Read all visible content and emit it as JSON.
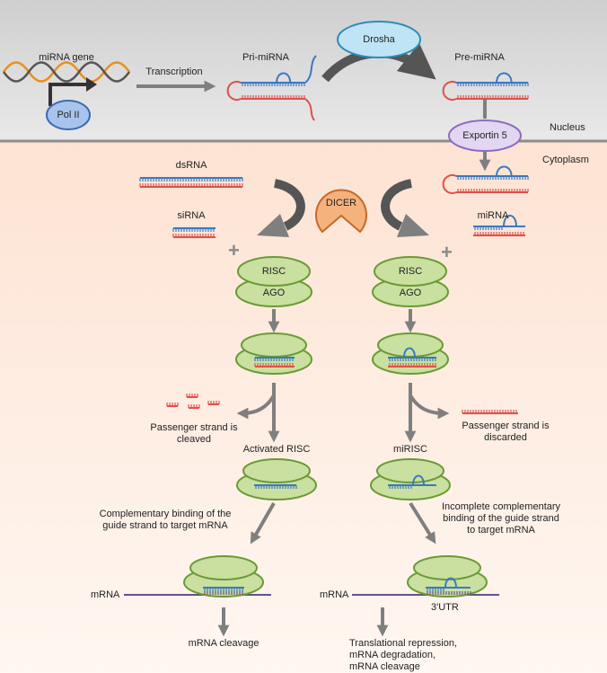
{
  "labels": {
    "mirna_gene": "miRNA gene",
    "pol2": "Pol II",
    "transcription": "Transcription",
    "pri_mirna": "Pri-miRNA",
    "drosha": "Drosha",
    "pre_mirna": "Pre-miRNA",
    "exportin": "Exportin 5",
    "nucleus": "Nucleus",
    "cytoplasm": "Cytoplasm",
    "dsrna": "dsRNA",
    "sirna": "siRNA",
    "dicer": "DICER",
    "mirna": "miRNA",
    "plus": "+",
    "risc": "RISC",
    "ago": "AGO",
    "passenger_cleaved": "Passenger strand is cleaved",
    "passenger_discarded": "Passenger strand is discarded",
    "activated_risc": "Activated RISC",
    "mirisc": "miRISC",
    "complementary_binding": "Complementary binding of the guide strand to target mRNA",
    "incomplete_binding": "Incomplete complementary binding of the guide strand to target mRNA",
    "mrna": "mRNA",
    "utr": "3'UTR",
    "mrna_cleavage": "mRNA cleavage",
    "translational_repression": "Translational repression,",
    "mrna_degradation": "mRNA degradation,",
    "mrna_cleavage2": "mRNA cleavage"
  },
  "colors": {
    "nucleus_bg": "#dcdcdc",
    "cytoplasm_bg": "#fde8dc",
    "rna_red": "#e0504a",
    "rna_blue": "#3b78c2",
    "arrow_gray": "#7f7f7f",
    "risc_green": "#c9e0a0",
    "risc_stroke": "#6a9a34",
    "drosha_fill": "#bfe4f5",
    "exportin_fill": "#e2d6f2",
    "exportin_stroke": "#8a6cc0",
    "dicer_fill": "#f6b27c",
    "pol_fill": "#a9c4ec",
    "mrna_purple": "#6a4c93"
  }
}
